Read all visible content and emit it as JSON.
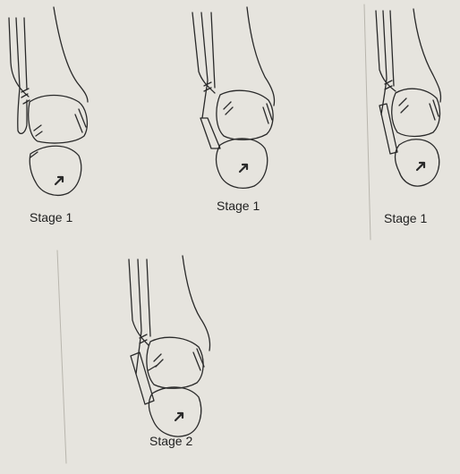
{
  "figure": {
    "panels": [
      {
        "label": "Stage 1"
      },
      {
        "label": "Stage 1"
      },
      {
        "label": "Stage 1"
      },
      {
        "label": "Stage 2"
      }
    ]
  }
}
